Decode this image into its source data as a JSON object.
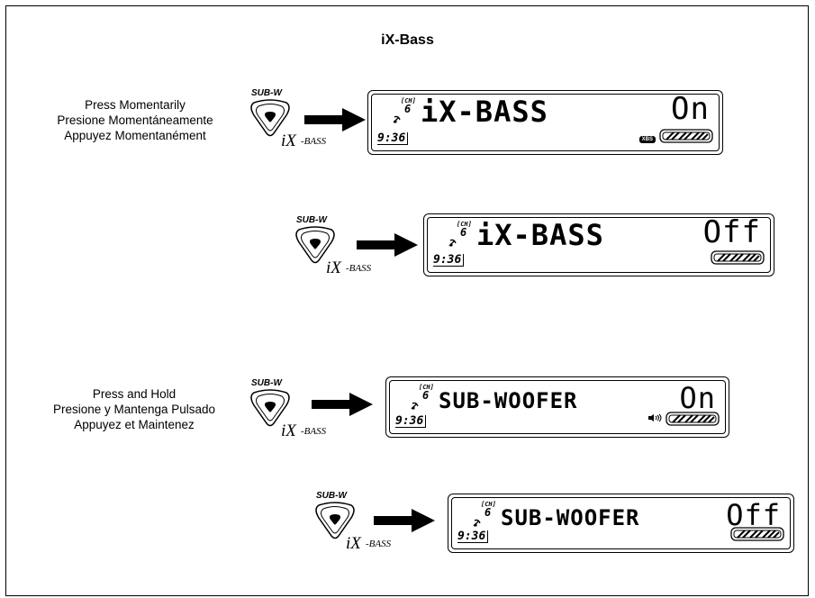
{
  "title": "iX-Bass",
  "button": {
    "top_label": "SUB-W",
    "bottom_label_ix": "iX",
    "bottom_label_bass": "-BASS"
  },
  "caption_press": [
    "Press Momentarily",
    "Presione Momentáneamente",
    "Appuyez Momentanément"
  ],
  "caption_hold": [
    "Press and Hold",
    "Presione y Mantenga Pulsado",
    "Appuyez et Maintenez"
  ],
  "displays": [
    {
      "mode": "iX-BASS",
      "value": "On",
      "clock": "9:36",
      "ch_label": "CH",
      "ch_num": "6",
      "badge": "XBS",
      "speaker": false
    },
    {
      "mode": "iX-BASS",
      "value": "Off",
      "clock": "9:36",
      "ch_label": "CH",
      "ch_num": "6",
      "badge": "",
      "speaker": false
    },
    {
      "mode": "SUB-WOOFER",
      "value": "On",
      "clock": "9:36",
      "ch_label": "CH",
      "ch_num": "6",
      "badge": "",
      "speaker": true
    },
    {
      "mode": "SUB-WOOFER",
      "value": "Off",
      "clock": "9:36",
      "ch_label": "CH",
      "ch_num": "6",
      "badge": "",
      "speaker": false
    }
  ],
  "icons": {
    "button": "triangle-button-icon",
    "arrow": "right-arrow-icon",
    "satellite": "satellite-icon",
    "battery": "signal-bars-icon",
    "speaker": "speaker-icon"
  }
}
